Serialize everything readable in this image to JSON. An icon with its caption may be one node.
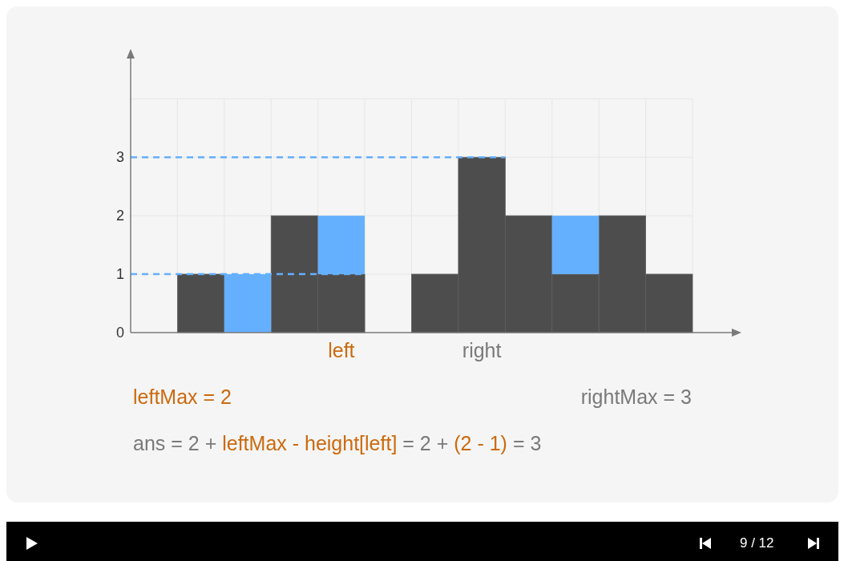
{
  "diagram": {
    "labels": [
      "leftMax = 2",
      "rightMax = 3",
      "ans = 2 +",
      "leftMax - height[left]",
      "= 2 +",
      "(2 - 1)",
      "= 3",
      "9 / 12"
    ],
    "chart_data": {
      "type": "bar",
      "stacked": true,
      "grid": true,
      "ylim": [
        0,
        4.8
      ],
      "yticks": [
        0,
        1,
        2,
        3
      ],
      "series": [
        {
          "color": "#4d4d4d",
          "values": [
            0,
            1,
            0,
            2,
            1,
            0,
            1,
            3,
            2,
            1,
            2,
            1
          ]
        },
        {
          "color": "#64b0ff",
          "values": [
            0,
            0,
            1,
            0,
            1,
            0,
            0,
            0,
            0,
            1,
            0,
            0
          ]
        }
      ],
      "ref_lines": [
        {
          "axis": "y",
          "value": 1
        },
        {
          "axis": "y",
          "value": 3
        }
      ],
      "annotations": [
        "left",
        "right"
      ]
    }
  }
}
